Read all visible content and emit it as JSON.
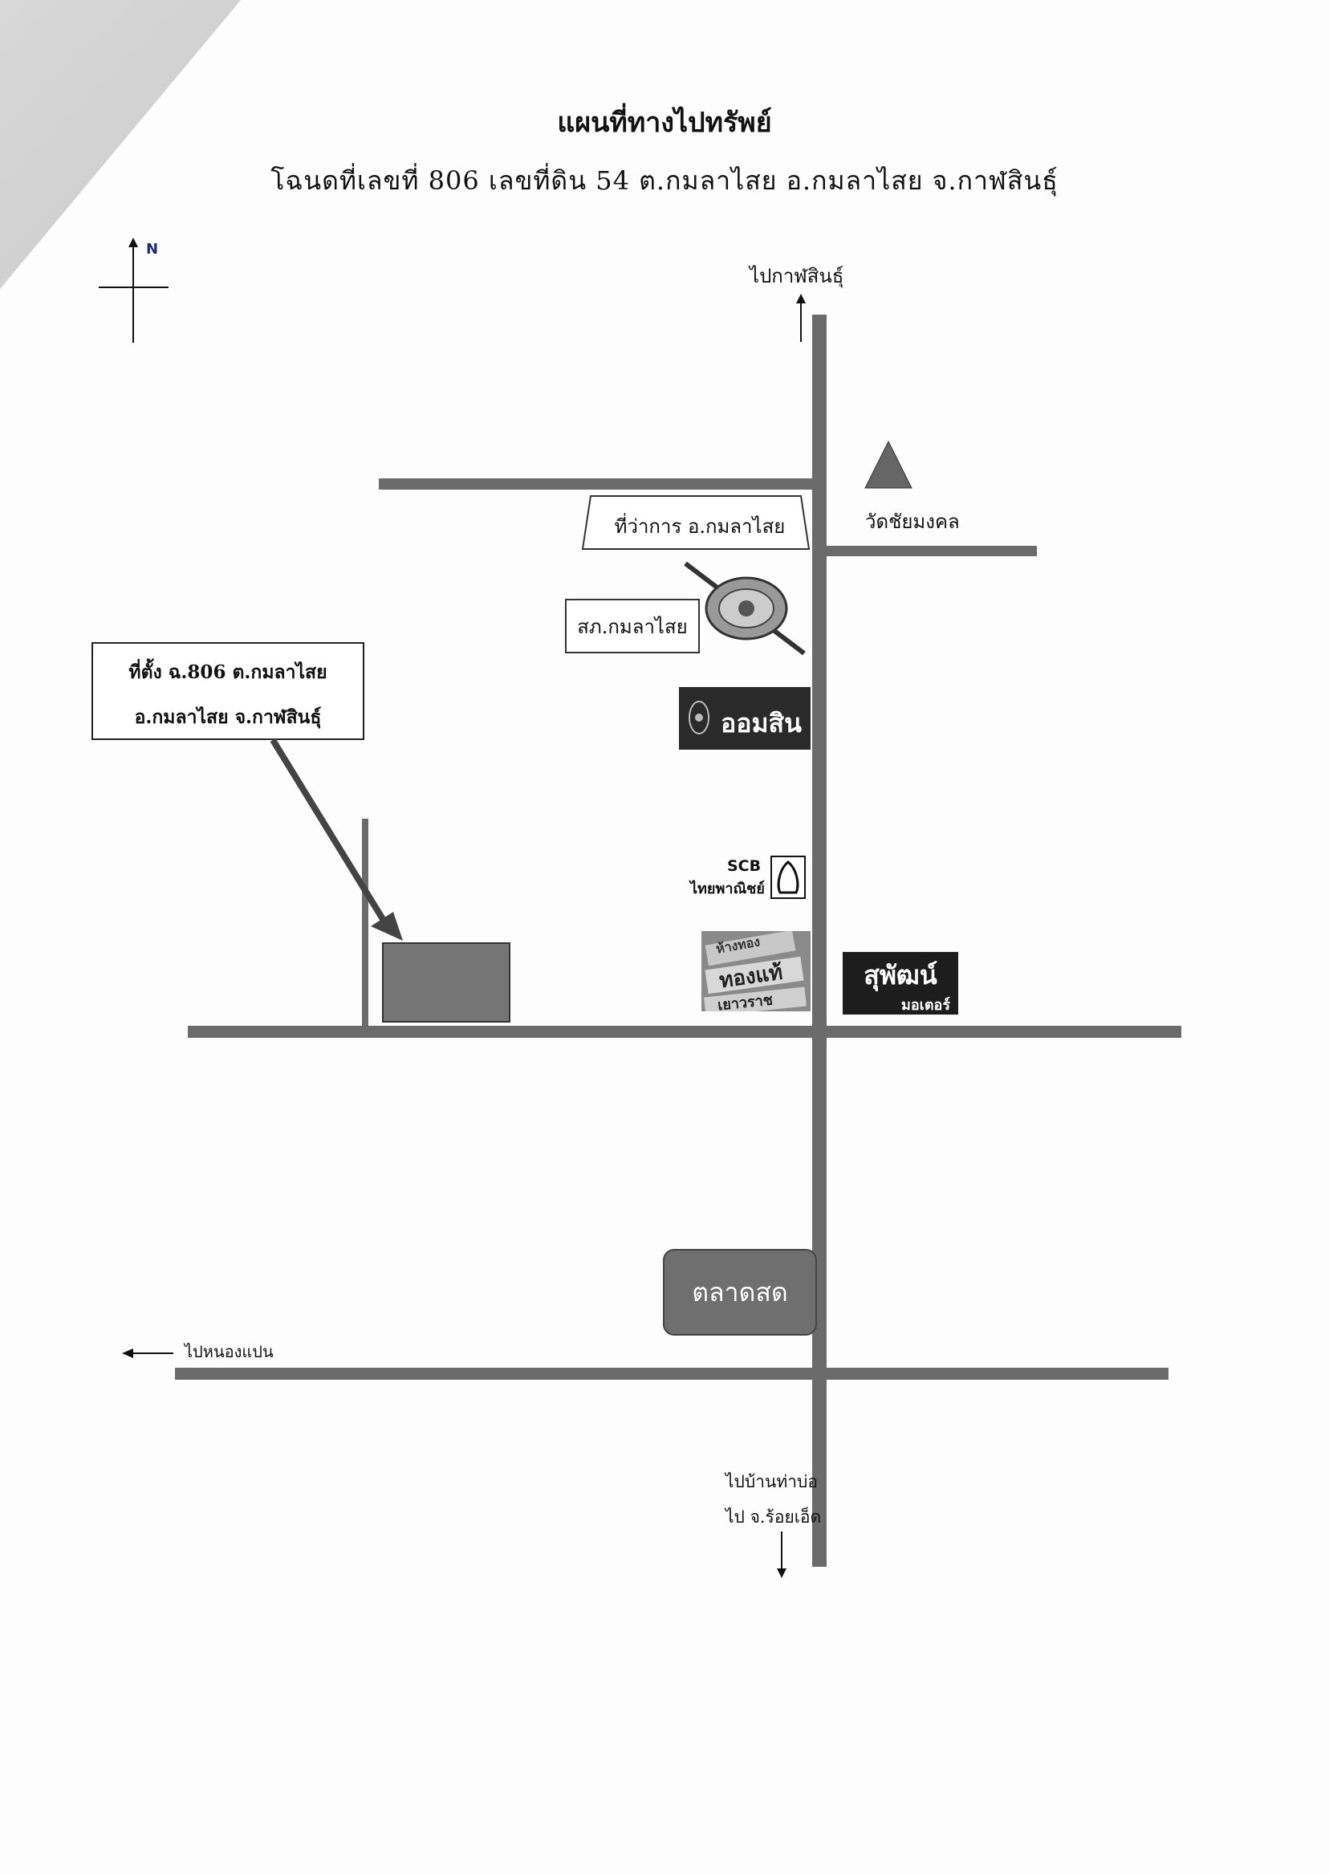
{
  "header": {
    "title": "แผนที่ทางไปทรัพย์",
    "subtitle": "โฉนดที่เลขที่ 806 เลขที่ดิน 54 ต.กมลาไสย อ.กมลาไสย จ.กาฬสินธุ์"
  },
  "compass": {
    "north_label": "N"
  },
  "directions": {
    "north": "ไปกาฬสินธุ์",
    "west": "ไปหนองแปน",
    "south_line1": "ไปบ้านท่าบ่อ",
    "south_line2": "ไป จ.ร้อยเอ็ด"
  },
  "landmarks": {
    "district_office": "ที่ว่าการ อ.กมลาไสย",
    "temple": "วัดชัยมงคล",
    "police": "สภ.กมลาไสย",
    "gsb_bank": "ออมสิน",
    "scb_line1": "SCB",
    "scb_line2": "ไทยพาณิชย์",
    "gold_shop_line1": "ห้างทอง",
    "gold_shop_line2": "ทองแท้",
    "gold_shop_line3": "เยาวราช",
    "suphat_line1": "สุพัฒน์",
    "suphat_line2": "มอเตอร์",
    "market": "ตลาดสด"
  },
  "site": {
    "line1": "ที่ตั้ง ฉ.806 ต.กมลาไสย",
    "line2": "อ.กมลาไสย จ.กาฬสินธุ์"
  },
  "icons": {
    "temple": "triangle-icon",
    "police": "police-emblem-icon",
    "scb": "scb-logo-icon"
  }
}
